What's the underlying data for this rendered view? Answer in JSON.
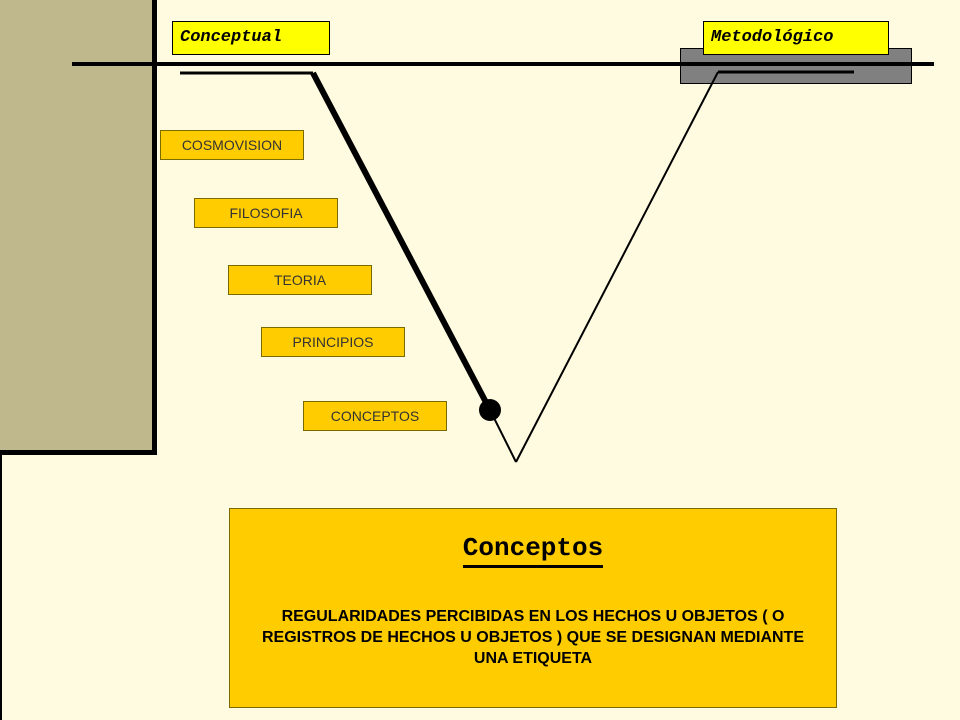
{
  "headers": {
    "left": "Conceptual",
    "right": "Metodológico"
  },
  "levels": [
    "COSMOVISION",
    "FILOSOFIA",
    "TEORIA",
    "PRINCIPIOS",
    "CONCEPTOS"
  ],
  "definition": {
    "title": "Conceptos",
    "text": "REGULARIDADES PERCIBIDAS EN LOS HECHOS U OBJETOS ( O REGISTROS DE HECHOS U OBJETOS ) QUE SE DESIGNAN MEDIANTE UNA ETIQUETA"
  },
  "colors": {
    "background": "#FFFBE1",
    "panel": "#BEB88C",
    "header": "#FFFF00",
    "box": "#FFCC00"
  }
}
